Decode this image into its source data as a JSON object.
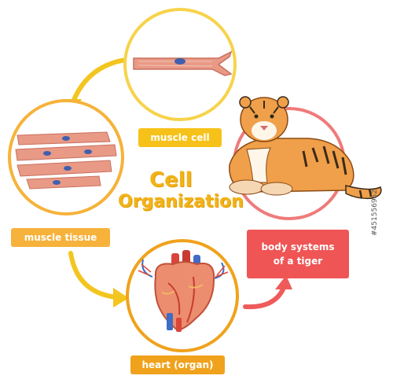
{
  "title": {
    "line1": "Cell",
    "line2": "Organization"
  },
  "labels": {
    "muscle_cell": "muscle cell",
    "muscle_tissue": "muscle tissue",
    "heart": "heart (organ)",
    "body_systems_line1": "body systems",
    "body_systems_line2": "of a tiger"
  },
  "stock_id": "#451556952",
  "colors": {
    "cell_ring": "#f7d34a",
    "tissue_ring": "#f6b23a",
    "heart_ring": "#f0a21c",
    "tiger_ring": "#f07a7a",
    "arrow_yellow": "#f3c51f",
    "arrow_red": "#ef5b5b",
    "muscle_pink": "#e89a86",
    "nucleus": "#3f5fb0"
  }
}
